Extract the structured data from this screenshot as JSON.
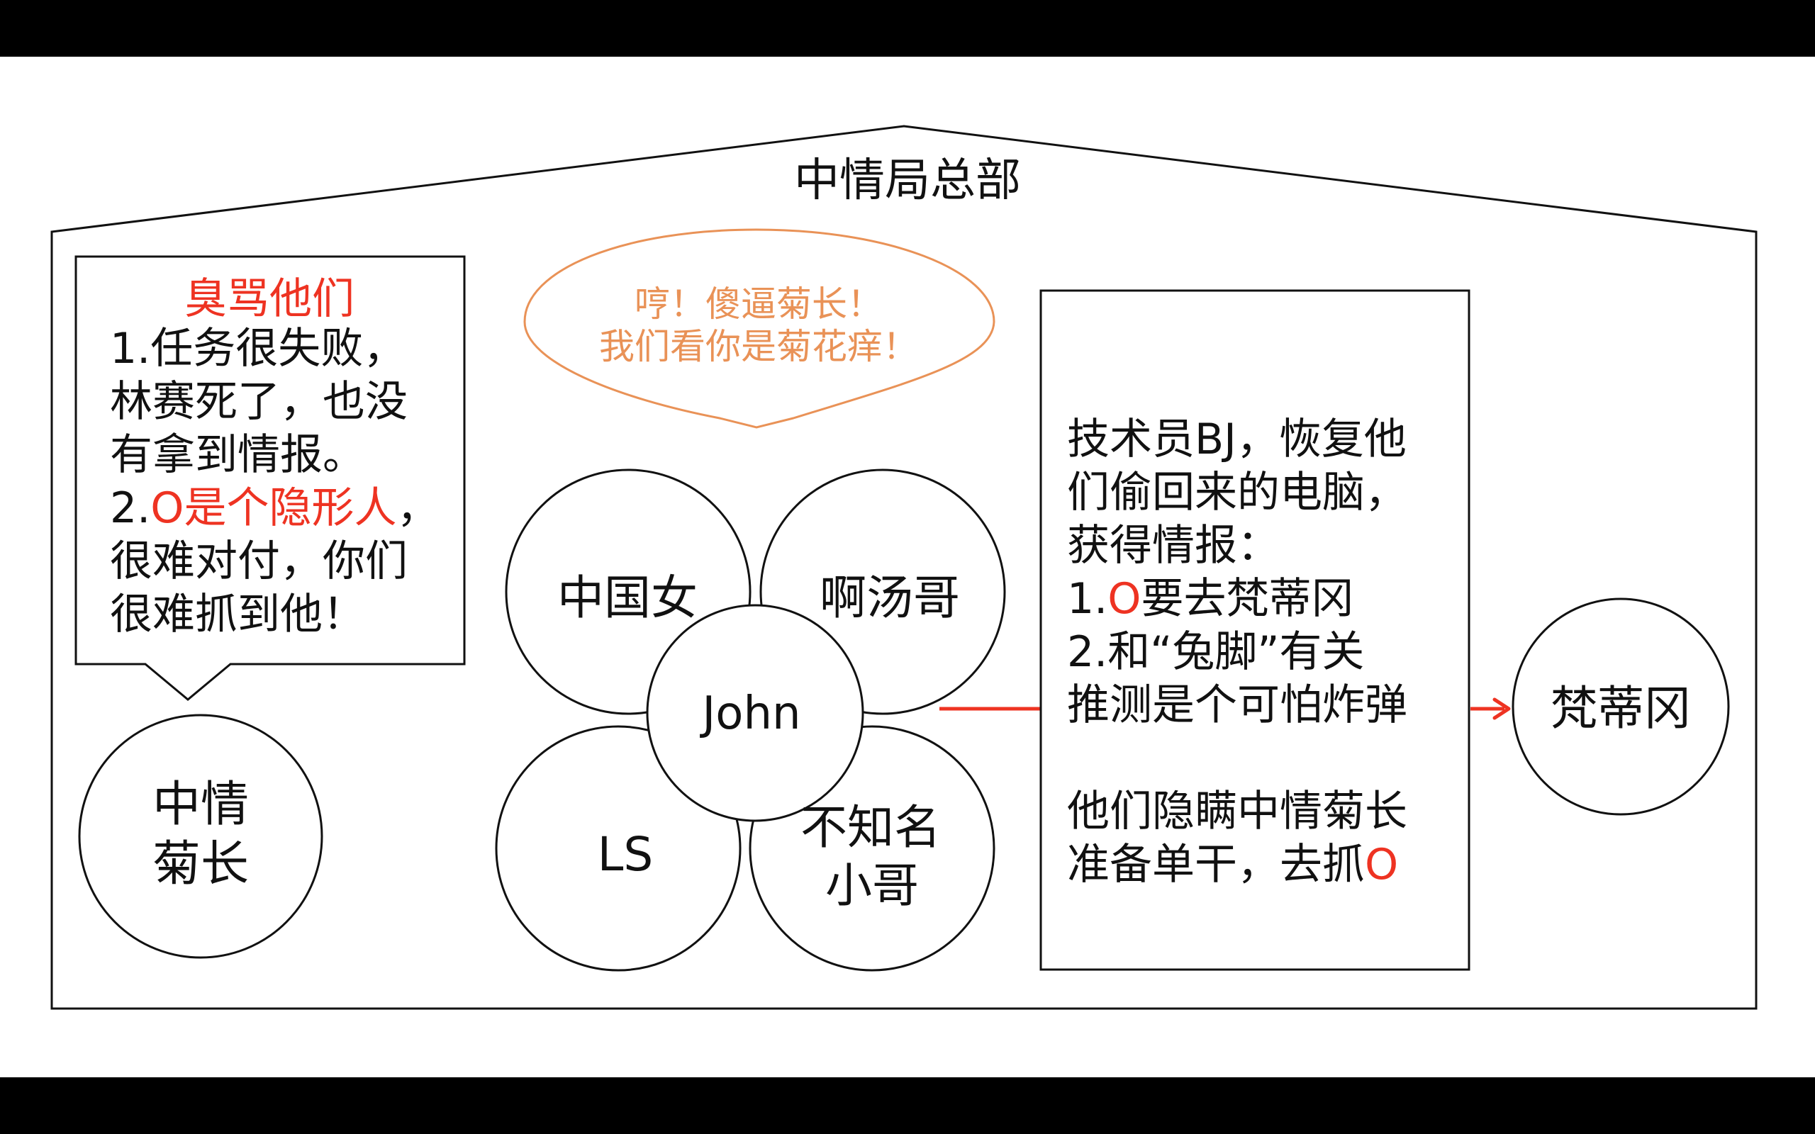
{
  "colors": {
    "outline": "#111111",
    "emphasis": "#ee3322",
    "speech": "#e99257",
    "text": "#111111"
  },
  "house_title": "中情局总部",
  "left_note": {
    "heading": "臭骂他们",
    "line1": "1.任务很失败，",
    "line2": "林赛死了，也没",
    "line3": "有拿到情报。",
    "line4_prefix": "2.",
    "line4_red": "O是个隐形人",
    "line4_suffix": "，",
    "line5": "很难对付，你们",
    "line6": "很难抓到他！"
  },
  "chief_circle": {
    "line1": "中情",
    "line2": "菊长"
  },
  "speech_bubble": {
    "line1": "哼！傻逼菊长！",
    "line2": "我们看你是菊花痒！"
  },
  "team": {
    "chinese_girl": "中国女",
    "tang_ge": "啊汤哥",
    "ls": "LS",
    "unknown_line1": "不知名",
    "unknown_line2": "小哥",
    "john": "John"
  },
  "right_note": {
    "line1": "技术员BJ，恢复他",
    "line2": "们偷回来的电脑，",
    "line3": "获得情报：",
    "line4_prefix": "1.",
    "line4_red": "O",
    "line4_suffix": "要去梵蒂冈",
    "line5": "2.和“兔脚”有关",
    "line6": "推测是个可怕炸弹",
    "line7": "他们隐瞒中情菊长",
    "line8_prefix": "准备单干，去抓",
    "line8_red": "O"
  },
  "destination": "梵蒂冈"
}
